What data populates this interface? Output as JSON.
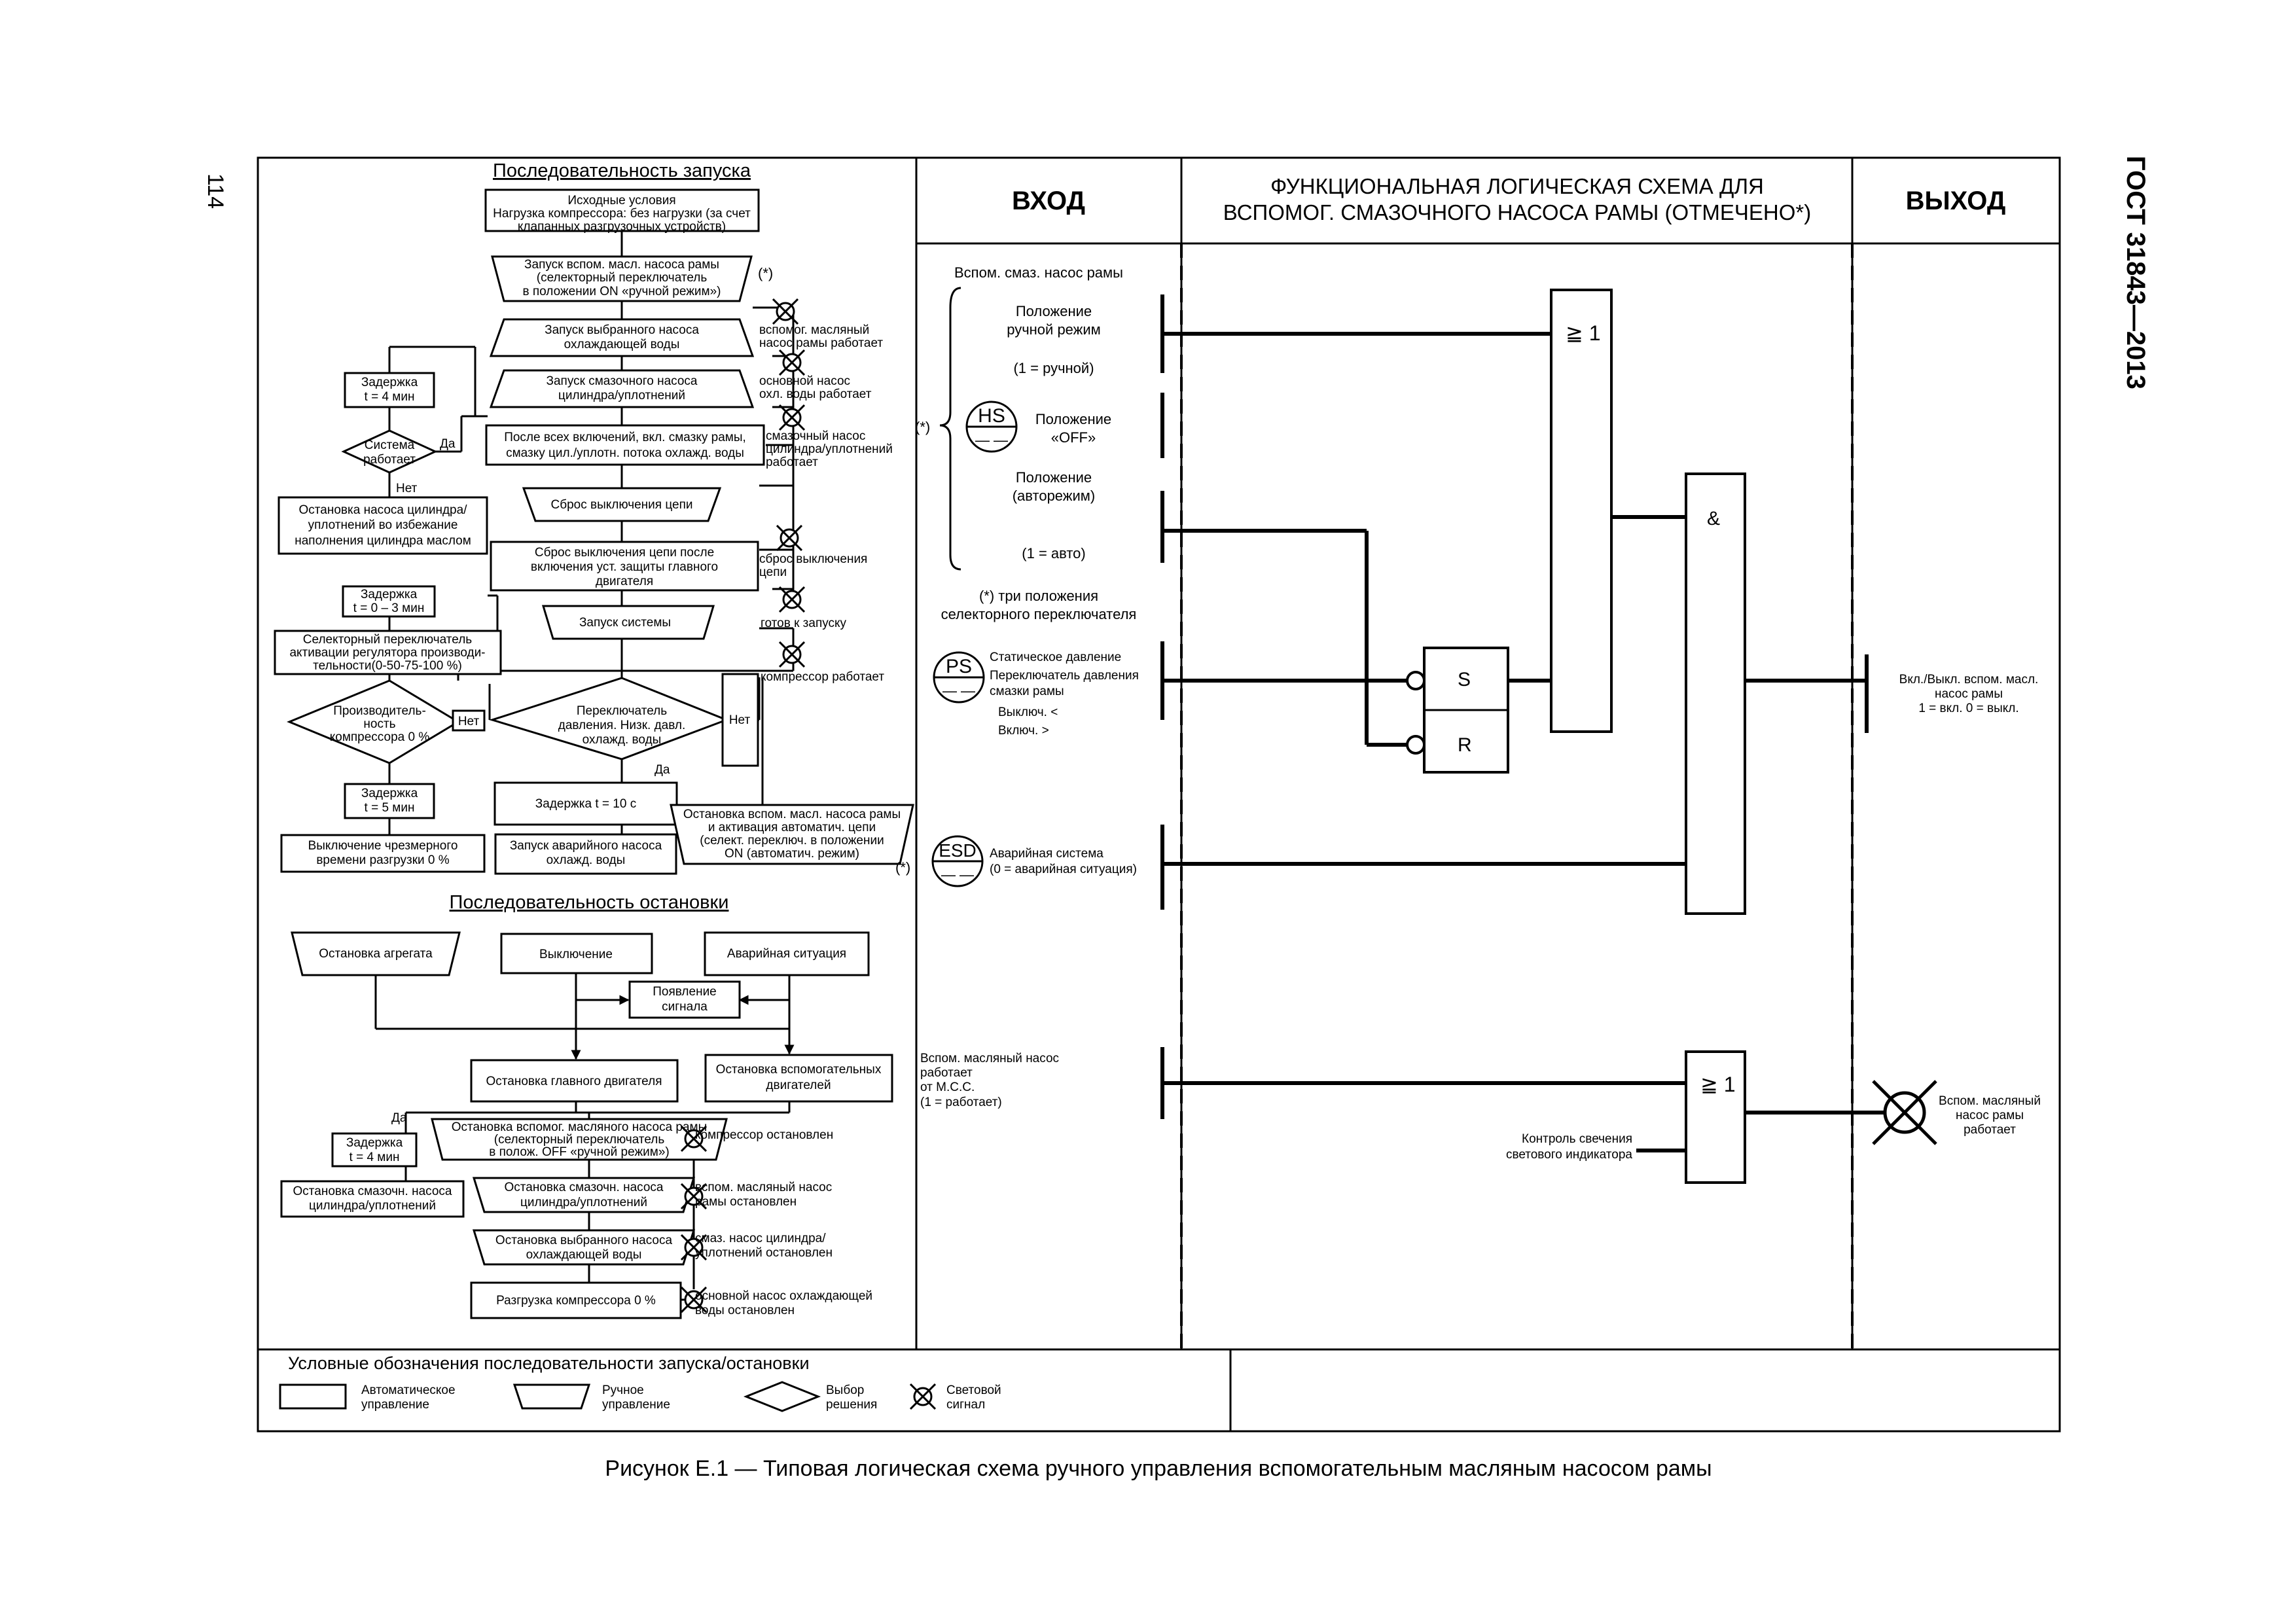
{
  "page_number": "114",
  "standard": "ГОСТ 31843—2013",
  "caption": "Рисунок Е.1 — Типовая логическая схема ручного управления вспомогательным масляным насосом рамы",
  "start_seq": {
    "title": "Последовательность запуска",
    "initial": [
      "Исходные условия",
      "Нагрузка компрессора: без нагрузки (за счет",
      "клапанных разгрузочных устройств)"
    ],
    "start_aux": [
      "Запуск вспом. масл. насоса рамы",
      "(селекторный переключатель",
      "в положении ON «ручной режим»)"
    ],
    "asterisk": "(*)",
    "start_cool": [
      "Запуск выбранного насоса",
      "охлаждающей воды"
    ],
    "sig1": [
      "вспомог. масляный",
      "насос рамы работает"
    ],
    "start_cyl": [
      "Запуск смазочного насоса",
      "цилиндра/уплотнений"
    ],
    "sig2": [
      "основной насос",
      "охл. воды работает"
    ],
    "after_all": [
      "После всех включений, вкл. смазку рамы,",
      "смазку цил./уплотн. потока  охлажд. воды"
    ],
    "sig3": [
      "смазочный насос",
      "цилиндра/уплотнений",
      "работает"
    ],
    "delay4": [
      "Задержка",
      "t = 4 мин"
    ],
    "system_ok": [
      "Система",
      "работает"
    ],
    "yes": "Да",
    "no": "Нет",
    "stop_cyl": [
      "Остановка насоса цилиндра/",
      "уплотнений во избежание",
      "наполнения цилиндра маслом"
    ],
    "reset": "Сброс выключения цепи",
    "sig4": [
      "сброс выключения",
      "цепи"
    ],
    "reset_after": [
      "Сброс выключения цепи после",
      "включения уст. защиты главного",
      "двигателя"
    ],
    "delay03": [
      "Задержка",
      "t = 0 – 3 мин"
    ],
    "start_system": "Запуск системы",
    "sig5": "готов к запуску",
    "selector": [
      "Селекторный переключатель",
      "активации регулятора производи-",
      "тельности(0-50-75-100 %)"
    ],
    "sig6": "компрессор работает",
    "capacity": [
      "Производитель-",
      "ность",
      "компрессора 0 %"
    ],
    "pressure_sw": [
      "Переключатель",
      "давления. Низк. давл.",
      "охлажд. воды"
    ],
    "delay5": [
      "Задержка",
      "t = 5 мин"
    ],
    "delay10": "Задержка t = 10 с",
    "stop_aux_auto": [
      "Остановка вспом. масл. насоса рамы",
      "и активация автоматич. цепи",
      "(селект. переключ. в положении",
      "ON (автоматич. режим)"
    ],
    "unload_off": [
      "Выключение чрезмерного",
      "времени разгрузки 0 %"
    ],
    "emergency_cool": [
      "Запуск аварийного насоса",
      "охлажд. воды"
    ]
  },
  "stop_seq": {
    "title": "Последовательность остановки",
    "unit_stop": "Остановка агрегата",
    "shutdown": "Выключение",
    "emergency": "Аварийная ситуация",
    "signal": [
      "Появление",
      "сигнала"
    ],
    "stop_main": "Остановка главного двигателя",
    "stop_aux_eng": [
      "Остановка вспомогательных",
      "двигателей"
    ],
    "yes": "Да",
    "delay4": [
      "Задержка",
      "t = 4 мин"
    ],
    "stop_aux_manual": [
      "Остановка вспомог. масляного насоса рамы",
      "(селекторный переключатель",
      "в полож. OFF «ручной режим»)"
    ],
    "sig1": "компрессор остановлен",
    "stop_cyl_left": [
      "Остановка смазочн. насоса",
      "цилиндра/уплотнений"
    ],
    "stop_cyl_mid": [
      "Остановка смазочн. насоса",
      "цилиндра/уплотнений"
    ],
    "sig2": [
      "вспом. масляный насос",
      "рамы остановлен"
    ],
    "stop_cool": [
      "Остановка выбранного насоса",
      "охлаждающей воды"
    ],
    "sig3": [
      "смаз. насос цилиндра/",
      "уплотнений остановлен"
    ],
    "unload": "Разгрузка компрессора 0 %",
    "sig4": [
      "основной насос охлаждающей",
      "воды остановлен"
    ]
  },
  "legend": {
    "title": "Условные обозначения последовательности запуска/остановки",
    "auto": [
      "Автоматическое",
      "управление"
    ],
    "manual": [
      "Ручное",
      "управление"
    ],
    "decision": [
      "Выбор",
      "решения"
    ],
    "light": [
      "Световой",
      "сигнал"
    ]
  },
  "headers": {
    "input": "ВХОД",
    "logic": [
      "ФУНКЦИОНАЛЬНАЯ ЛОГИЧЕСКАЯ СХЕМА ДЛЯ",
      "ВСПОМОГ. СМАЗОЧНОГО НАСОСА РАМЫ (ОТМЕЧЕНО*)"
    ],
    "output": "ВЫХОД"
  },
  "inputs": {
    "title": "Вспом. смаз. насос рамы",
    "manual_pos": [
      "Положение",
      "ручной режим"
    ],
    "manual_val": "(1 = ручной)",
    "asterisk": "(*)",
    "hs": "HS",
    "off_pos": [
      "Положение",
      "«OFF»"
    ],
    "auto_pos": [
      "Положение",
      "(авторежим)"
    ],
    "auto_val": "(1 = авто)",
    "three_pos": [
      "(*) три положения",
      "селекторного переключателя"
    ],
    "ps": "PS",
    "ps_text": [
      "Статическое давление",
      "Переключатель давления",
      "смазки рамы",
      "Выключ. <",
      "Включ. >"
    ],
    "esd": "ESD",
    "esd_text": [
      "Аварийная система",
      "(0 = аварийная ситуация)"
    ],
    "mcc_text": [
      "Вспом. масляный насос",
      "работает",
      "от М.С.С.",
      "(1 = работает)"
    ]
  },
  "logic": {
    "or1": "≧ 1",
    "and": "&",
    "s": "S",
    "r": "R",
    "or2": "≧ 1",
    "lamp_check": [
      "Контроль свечения",
      "светового индикатора"
    ]
  },
  "outputs": {
    "onoff": [
      "Вкл./Выкл. вспом. масл.",
      "насос рамы",
      "1 = вкл. 0 = выкл."
    ],
    "running": [
      "Вспом. масляный",
      "насос рамы",
      "работает"
    ]
  }
}
